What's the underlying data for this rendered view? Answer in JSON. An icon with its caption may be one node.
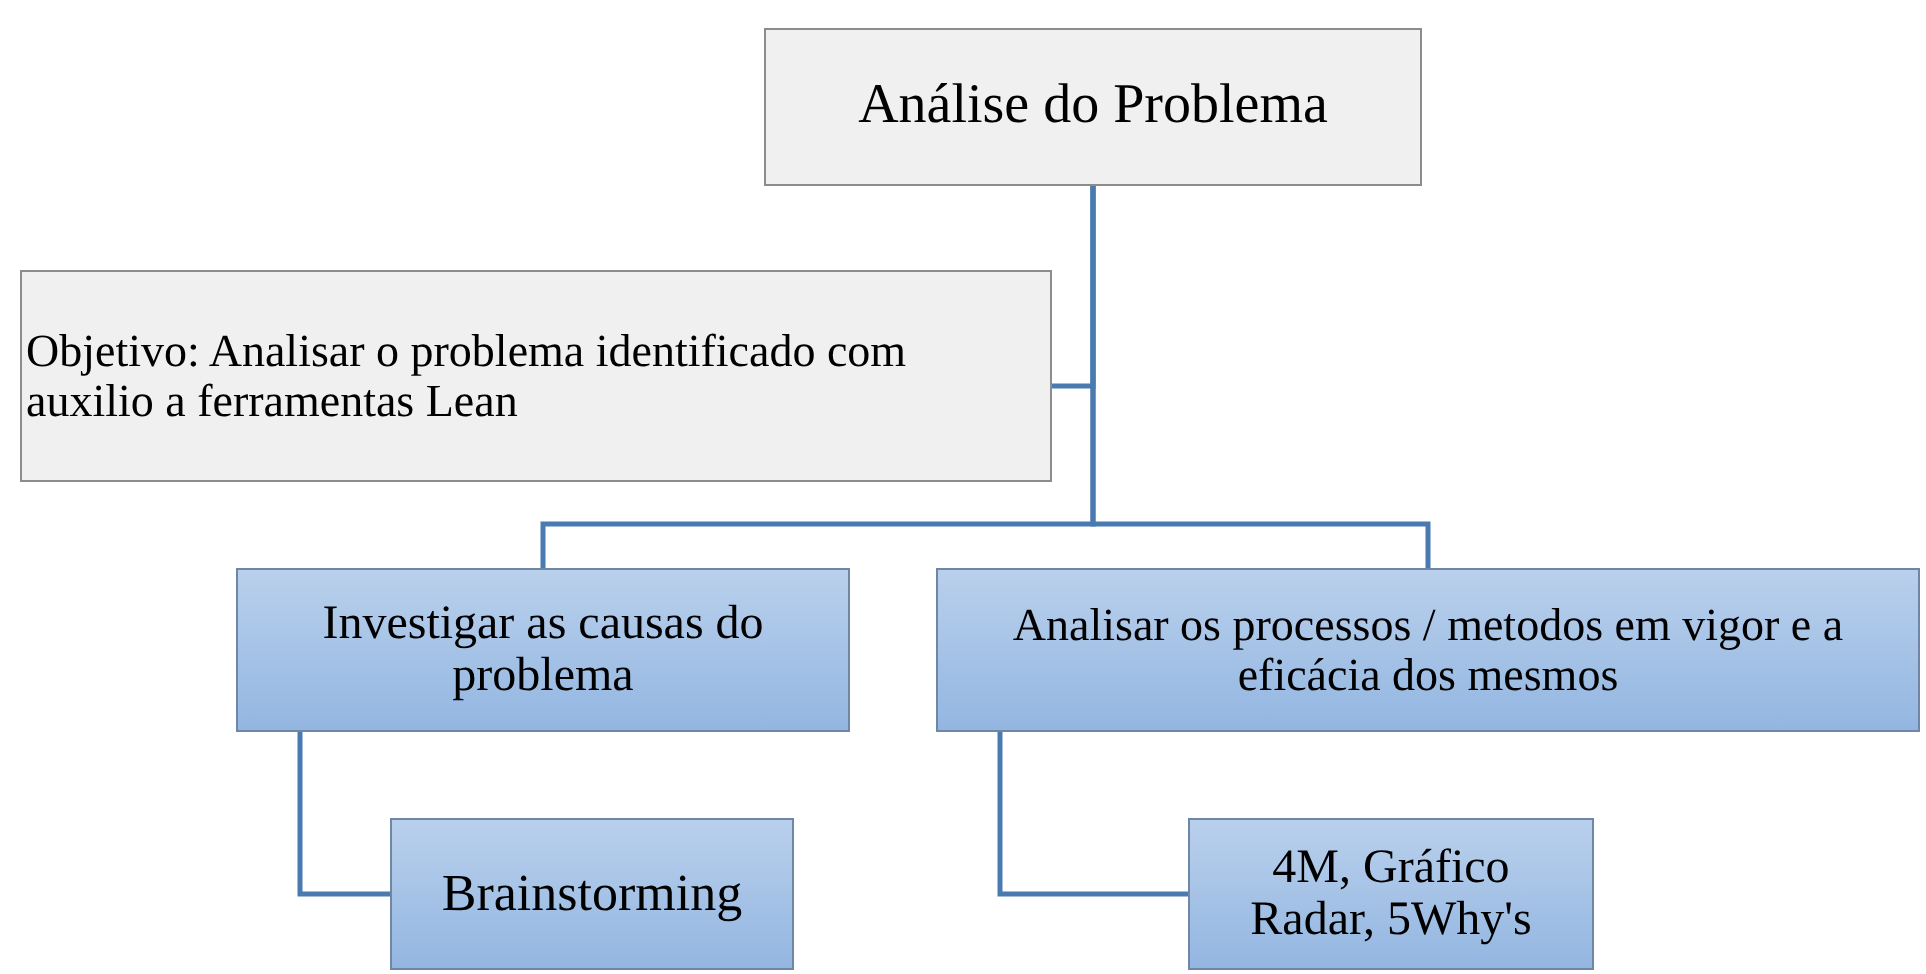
{
  "diagram": {
    "nodes": [
      {
        "text": [
          "Análise do Problema"
        ]
      },
      {
        "text": [
          "Objetivo: Analisar o problema identificado com auxilio a ferramentas Lean"
        ]
      },
      {
        "text": [
          "Investigar as causas do problema"
        ]
      },
      {
        "text": [
          "Analisar os processos / metodos em vigor e a eficácia dos mesmos"
        ]
      },
      {
        "text": [
          "Brainstorming"
        ]
      },
      {
        "text": [
          "4M, Gráfico Radar, 5Why's"
        ]
      }
    ],
    "edges": [
      {
        "from": 0,
        "to": 1,
        "arrow": "none"
      },
      {
        "from": 0,
        "to": 2,
        "arrow": "none"
      },
      {
        "from": 0,
        "to": 3,
        "arrow": "none"
      },
      {
        "from": 2,
        "to": 4,
        "arrow": "none"
      },
      {
        "from": 3,
        "to": 5,
        "arrow": "none"
      }
    ]
  }
}
